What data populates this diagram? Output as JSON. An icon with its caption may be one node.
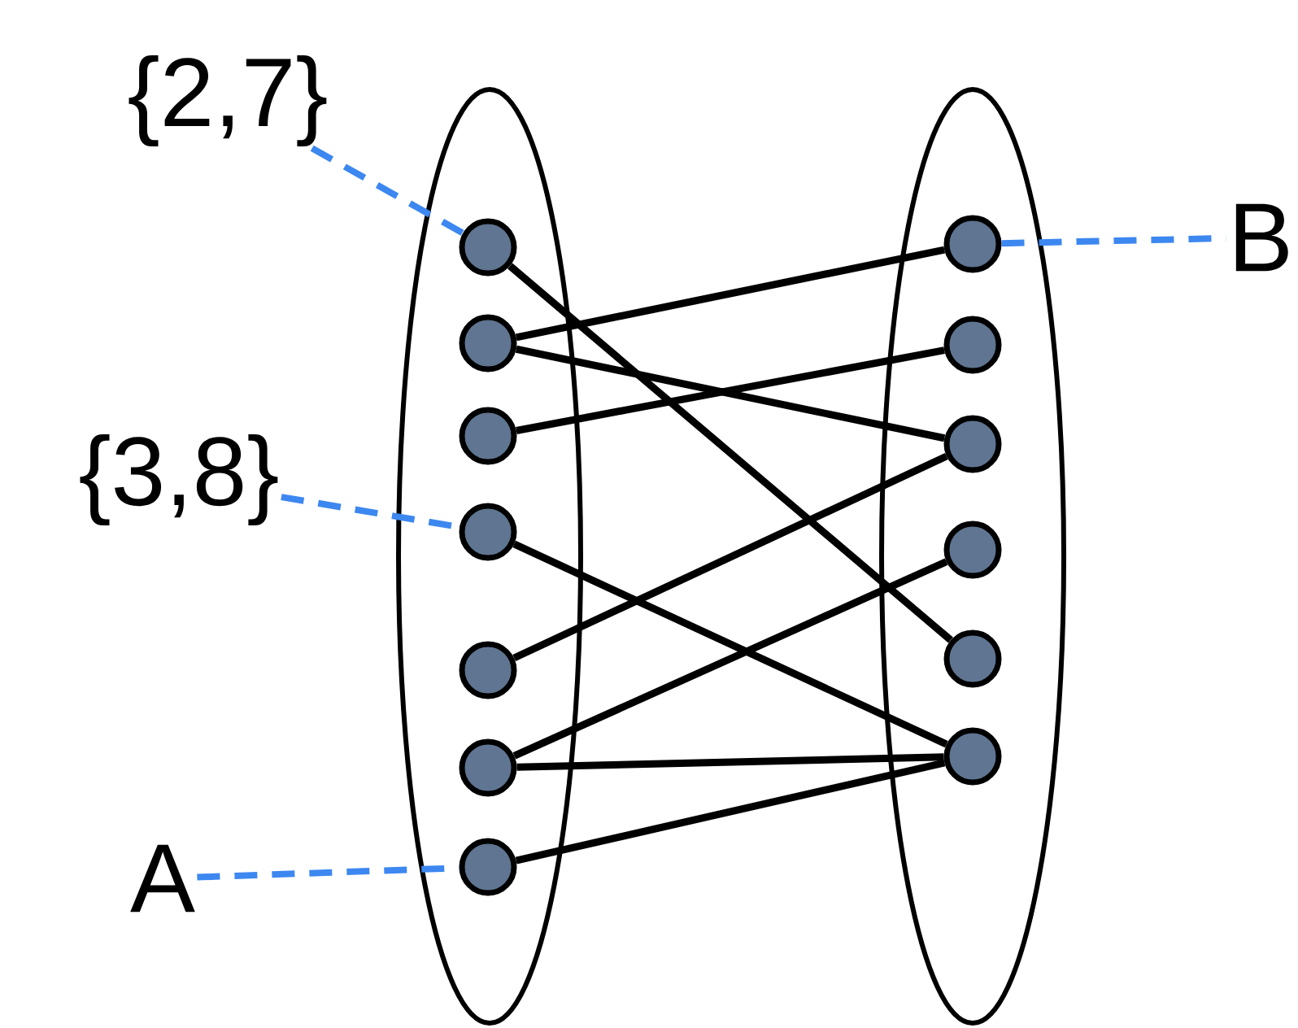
{
  "diagram": {
    "nodes": [
      {
        "text": [
          "{2,7}"
        ]
      },
      {
        "text": [],
        "shape": "ellipse"
      },
      {
        "text": [],
        "shape": "circle",
        "in": 1
      },
      {
        "text": [],
        "shape": "circle",
        "in": 1
      },
      {
        "text": [],
        "shape": "circle",
        "in": 1
      },
      {
        "text": [],
        "shape": "circle",
        "in": 1
      },
      {
        "text": [],
        "shape": "circle",
        "in": 1
      },
      {
        "text": [],
        "shape": "circle",
        "in": 1
      },
      {
        "text": [],
        "shape": "circle",
        "in": 1
      },
      {
        "text": [],
        "shape": "ellipse"
      },
      {
        "text": [],
        "shape": "circle",
        "in": 9
      },
      {
        "text": [],
        "shape": "circle",
        "in": 9
      },
      {
        "text": [],
        "shape": "circle",
        "in": 9
      },
      {
        "text": [],
        "shape": "circle",
        "in": 9
      },
      {
        "text": [],
        "shape": "circle",
        "in": 9
      },
      {
        "text": [],
        "shape": "circle",
        "in": 9
      },
      {
        "text": [
          "B"
        ]
      },
      {
        "text": [
          "{3,8}"
        ]
      },
      {
        "text": [
          "A"
        ]
      }
    ],
    "edges": [
      {
        "from": 2,
        "to": 14,
        "arrow": "none"
      },
      {
        "from": 3,
        "to": 10,
        "arrow": "none"
      },
      {
        "from": 3,
        "to": 12,
        "arrow": "none"
      },
      {
        "from": 4,
        "to": 11,
        "arrow": "none"
      },
      {
        "from": 5,
        "to": 15,
        "arrow": "none"
      },
      {
        "from": 6,
        "to": 12,
        "arrow": "none"
      },
      {
        "from": 7,
        "to": 13,
        "arrow": "none"
      },
      {
        "from": 7,
        "to": 15,
        "arrow": "none"
      },
      {
        "from": 8,
        "to": 15,
        "arrow": "none"
      },
      {
        "from": 0,
        "to": 2,
        "arrow": "none",
        "style": "dashed",
        "color": "#3d87f0"
      },
      {
        "from": 17,
        "to": 5,
        "arrow": "none",
        "style": "dashed",
        "color": "#3d87f0"
      },
      {
        "from": 18,
        "to": 8,
        "arrow": "none",
        "style": "dashed",
        "color": "#3d87f0"
      },
      {
        "from": 10,
        "to": 16,
        "arrow": "none",
        "style": "dashed",
        "color": "#3d87f0"
      }
    ]
  }
}
